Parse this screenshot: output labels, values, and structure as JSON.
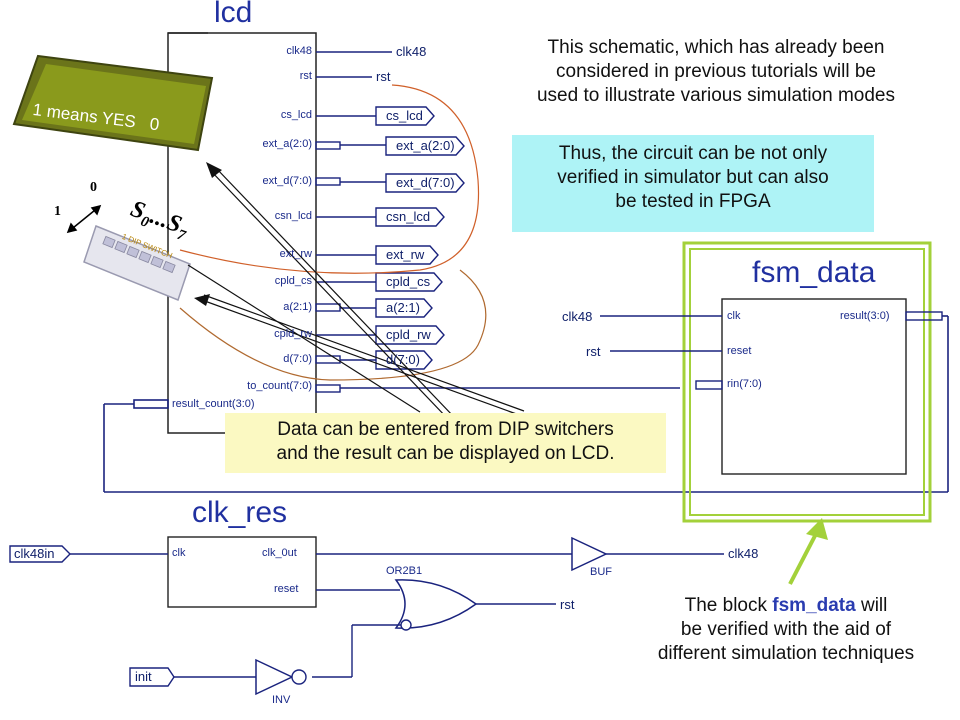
{
  "lcd_block": {
    "title": "lcd",
    "pins": [
      "clk48",
      "rst",
      "cs_lcd",
      "ext_a(2:0)",
      "ext_d(7:0)",
      "csn_lcd",
      "ext_rw",
      "cpld_cs",
      "a(2:1)",
      "cpld_rw",
      "d(7:0)",
      "to_count(7:0)",
      "result_count(3:0)"
    ],
    "ports": [
      "clk48",
      "rst",
      "cs_lcd",
      "ext_a(2:0)",
      "ext_d(7:0)",
      "csn_lcd",
      "ext_rw",
      "cpld_cs",
      "a(2:1)",
      "cpld_rw",
      "d(7:0)"
    ]
  },
  "fsm_block": {
    "title": "fsm_data",
    "pins": [
      "clk",
      "reset",
      "rin(7:0)",
      "result(3:0)"
    ],
    "nets": [
      "clk48",
      "rst"
    ]
  },
  "clk_res_block": {
    "title": "clk_res",
    "pins": [
      "clk",
      "clk_0ut",
      "reset"
    ],
    "ports": [
      "clk48in",
      "init",
      "clk48",
      "rst"
    ],
    "gates": [
      "OR2B1",
      "BUF",
      "INV"
    ]
  },
  "lcd_display": {
    "text": "1 means YES   0"
  },
  "dip_switch": {
    "label": "S0...S7",
    "s_letter": "S",
    "sub_first": "0",
    "sub_last": "7",
    "dots": "...",
    "mark_one": "1",
    "mark_zero": "0",
    "text": "1 DIP SWITCH"
  },
  "notes": {
    "top_line1": "This schematic, which has already been",
    "top_line2": "considered in previous tutorials will be",
    "top_line3": "used to illustrate various simulation modes",
    "fpga_line1": "Thus, the circuit can be not only",
    "fpga_line2": "verified in simulator but can also",
    "fpga_line3": "be tested in FPGA",
    "dip_line1": "Data can be entered from DIP switchers",
    "dip_line2": "and the result can be displayed on LCD.",
    "bottom_line1_pre": "The block ",
    "bottom_line1_emph": "fsm_data",
    "bottom_line1_post": " will",
    "bottom_line2": "be verified with the aid of",
    "bottom_line3": "different simulation techniques"
  },
  "colors": {
    "wire": "#1a237e",
    "block_outline": "#222222",
    "cyan_note": "#aef3f6",
    "yellow_note": "#fbf9c2",
    "fsm_highlight": "#a3d13a",
    "lcd_green": "#8a9a1c",
    "orange_trace": "#d0602a",
    "brown_trace": "#b06a30",
    "emph_blue": "#2a3cb0"
  }
}
